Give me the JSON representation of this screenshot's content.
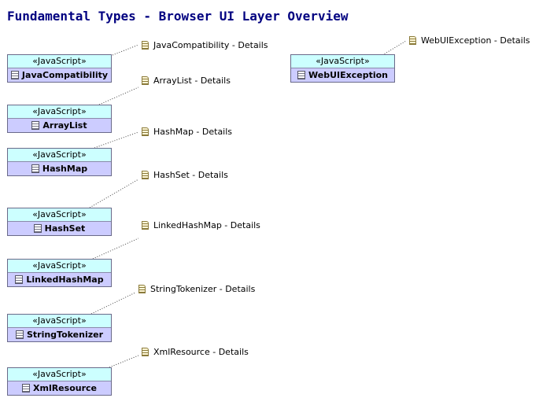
{
  "diagram": {
    "title": "Fundamental Types - Browser UI Layer Overview",
    "colors": {
      "stereotype_bg": "#ccffff",
      "name_bg": "#ccccff",
      "title": "#000080"
    }
  },
  "classes": [
    {
      "stereotype": "«JavaScript»",
      "name": "JavaCompatibility",
      "note": "JavaCompatibility - Details"
    },
    {
      "stereotype": "«JavaScript»",
      "name": "WebUIException",
      "note": "WebUIException - Details"
    },
    {
      "stereotype": "«JavaScript»",
      "name": "ArrayList",
      "note": "ArrayList - Details"
    },
    {
      "stereotype": "«JavaScript»",
      "name": "HashMap",
      "note": "HashMap - Details"
    },
    {
      "stereotype": "«JavaScript»",
      "name": "HashSet",
      "note": "HashSet - Details"
    },
    {
      "stereotype": "«JavaScript»",
      "name": "LinkedHashMap",
      "note": "LinkedHashMap - Details"
    },
    {
      "stereotype": "«JavaScript»",
      "name": "StringTokenizer",
      "note": "StringTokenizer - Details"
    },
    {
      "stereotype": "«JavaScript»",
      "name": "XmlResource",
      "note": "XmlResource - Details"
    }
  ]
}
